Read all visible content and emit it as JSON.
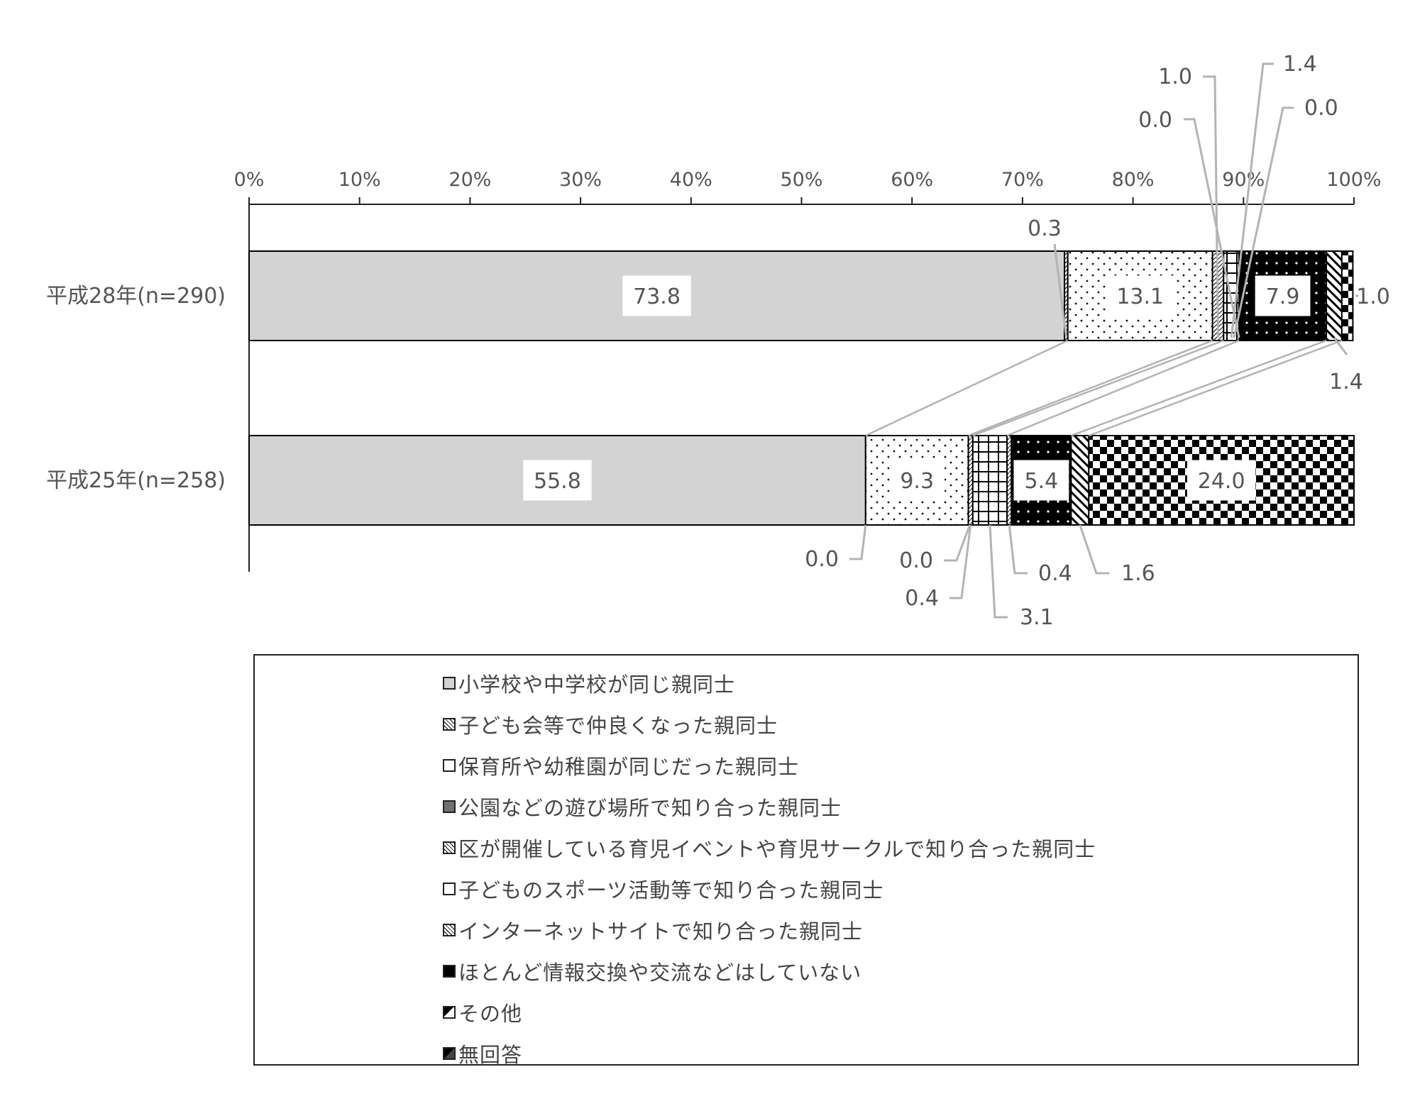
{
  "chart_data": {
    "type": "bar",
    "orientation": "horizontal",
    "stacked": true,
    "categories": [
      "平成28年(n=290)",
      "平成25年(n=258)"
    ],
    "xlim": [
      0,
      100
    ],
    "x_ticks": [
      "0%",
      "10%",
      "20%",
      "30%",
      "40%",
      "50%",
      "60%",
      "70%",
      "80%",
      "90%",
      "100%"
    ],
    "legend_position": "bottom",
    "series": [
      {
        "name": "小学校や中学校が同じ親同士",
        "values": [
          73.8,
          55.8
        ],
        "labels": [
          "73.8",
          "55.8"
        ],
        "color": "#d3d3d3",
        "pattern": "solid-gray"
      },
      {
        "name": "子ども会等で仲良くなった親同士",
        "values": [
          0.3,
          0.0
        ],
        "labels": [
          "0.3",
          "0.0"
        ],
        "color": "#ffffff",
        "pattern": "diagonal"
      },
      {
        "name": "保育所や幼稚園が同じだった親同士",
        "values": [
          13.1,
          9.3
        ],
        "labels": [
          "13.1",
          "9.3"
        ],
        "color": "#ffffff",
        "pattern": "dots"
      },
      {
        "name": "公園などの遊び場所で知り合った親同士",
        "values": [
          0.0,
          0.0
        ],
        "labels": [
          "0.0",
          "0.0"
        ],
        "color": "#707070",
        "pattern": "solid-dark"
      },
      {
        "name": "区が開催している育児イベントや育児サークルで知り合った親同士",
        "values": [
          1.0,
          0.4
        ],
        "labels": [
          "1.0",
          "0.4"
        ],
        "color": "#ffffff",
        "pattern": "diagonal"
      },
      {
        "name": "子どものスポーツ活動等で知り合った親同士",
        "values": [
          1.4,
          3.1
        ],
        "labels": [
          "1.4",
          "3.1"
        ],
        "color": "#ffffff",
        "pattern": "grid"
      },
      {
        "name": "インターネットサイトで知り合った親同士",
        "values": [
          0.0,
          0.4
        ],
        "labels": [
          "0.0",
          "0.4"
        ],
        "color": "#ffffff",
        "pattern": "diagonal"
      },
      {
        "name": "ほとんど情報交換や交流などはしていない",
        "values": [
          7.9,
          5.4
        ],
        "labels": [
          "7.9",
          "5.4"
        ],
        "color": "#000000",
        "pattern": "black-dots"
      },
      {
        "name": "その他",
        "values": [
          1.4,
          1.6
        ],
        "labels": [
          "1.4",
          "1.6"
        ],
        "color": "#000000",
        "pattern": "zigzag"
      },
      {
        "name": "無回答",
        "values": [
          1.0,
          24.0
        ],
        "labels": [
          "1.0",
          "24.0"
        ],
        "color": "#000000",
        "pattern": "checker"
      }
    ]
  }
}
